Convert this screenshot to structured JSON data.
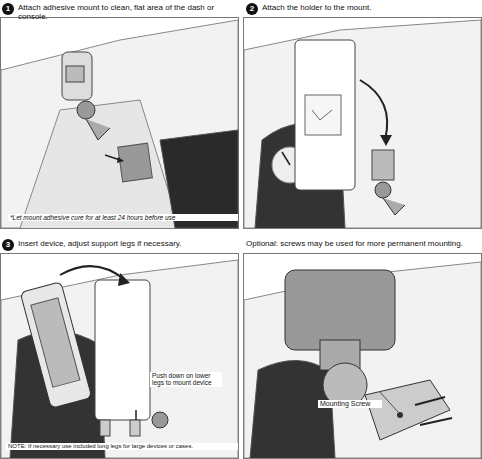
{
  "diagram": {
    "labels": [
      "1",
      "Attach adhesive mount to clean, flat area of the dash or console.",
      "*Let mount adhesive cure for at least 24 hours before use",
      "2",
      "Attach the holder to the mount.",
      "3",
      "Insert device, adjust support legs if necessary.",
      "Push down on lower legs to mount device",
      "NOTE: If necessary use included long legs for large devices or cases.",
      "Optional: screws may be used for more permanent mounting.",
      "Mounting Screw"
    ]
  }
}
